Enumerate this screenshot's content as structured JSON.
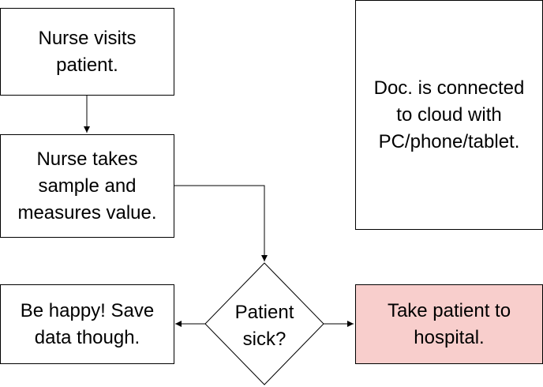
{
  "nodes": {
    "nurse_visits": "Nurse visits\npatient.",
    "nurse_takes_sample": "Nurse takes\nsample and\nmeasures value.",
    "patient_sick": "Patient\nsick?",
    "be_happy": "Be happy! Save\ndata though.",
    "take_to_hospital": "Take patient to\nhospital.",
    "doc_connected": "Doc. is connected\nto cloud with\nPC/phone/tablet."
  },
  "colors": {
    "stroke": "#000000",
    "background": "#ffffff",
    "hospital_fill": "#f8cecc"
  }
}
